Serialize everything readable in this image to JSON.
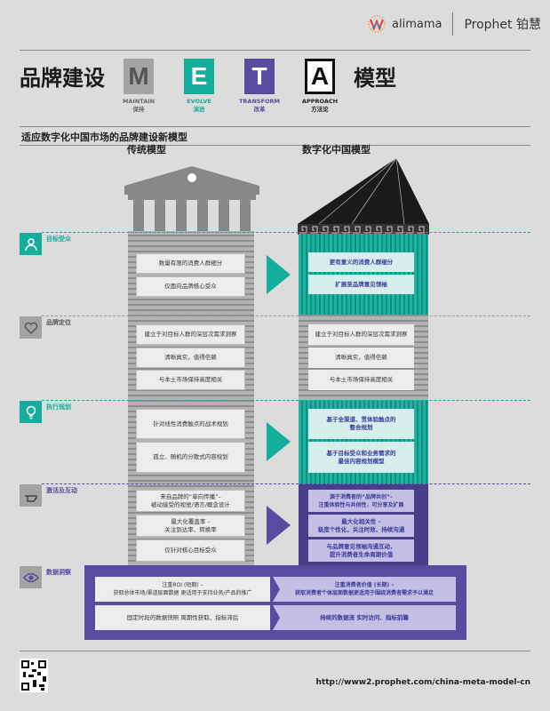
{
  "header": {
    "logo_alimama": "alimama",
    "logo_prophet": "Prophet 铂慧"
  },
  "title": {
    "prefix": "品牌建设",
    "suffix": "模型",
    "letters": [
      {
        "letter": "M",
        "en": "MAINTAIN",
        "cn": "保持",
        "color": "#a3a3a3"
      },
      {
        "letter": "E",
        "en": "EVOLVE",
        "cn": "演进",
        "color": "#15ad9c"
      },
      {
        "letter": "T",
        "en": "TRANSFORM",
        "cn": "改革",
        "color": "#5a4aa0"
      },
      {
        "letter": "A",
        "en": "APPROACH",
        "cn": "方法论",
        "color": "#222222"
      }
    ]
  },
  "subtitle": "适应数字化中国市场的品牌建设新模型",
  "columns": {
    "left": "传统模型",
    "right": "数字化中国模型"
  },
  "sections": [
    {
      "label": "目标受众",
      "icon": "person-icon",
      "color": "#15ad9c"
    },
    {
      "label": "品牌定位",
      "icon": "heart-icon",
      "color": "#a3a3a3"
    },
    {
      "label": "执行规划",
      "icon": "lightbulb-icon",
      "color": "#15ad9c"
    },
    {
      "label": "激活及互动",
      "icon": "hand-pointer-icon",
      "color": "#5a4aa0"
    },
    {
      "label": "数据洞察",
      "icon": "eye-icon",
      "color": "#5a4aa0"
    }
  ],
  "traditional": {
    "audience": [
      "数量有限的消费人群细分",
      "仅面向品牌核心受众"
    ],
    "positioning": [
      "建立于对目标人群的深层次需求洞察",
      "清晰真实，值得信赖",
      "与本土市场保持高度相关"
    ],
    "planning": [
      "针对线性消费触点的战术规划",
      "孤立、随机的分散式内容规划"
    ],
    "activation": [
      "来自品牌的“单向传播”–\n被动接受的视觉/语言/概念设计",
      "最大化覆盖率 –\n关注到达率、转换率",
      "仅针对核心目标受众"
    ]
  },
  "digital": {
    "audience": [
      "更有意义的消费人群细分",
      "扩展至品牌意见领袖"
    ],
    "positioning": [
      "建立于对目标人群的深层次需求洞察",
      "清晰真实，值得信赖",
      "与本土市场保持高度相关"
    ],
    "planning": [
      "基于全渠道、贯体验触点的\n整合规划",
      "基于目标受众和业务需求的\n最佳内容规划模型"
    ],
    "activation": [
      "源于消费者的“品牌共创”–\n注重体验性与共创性，可分享及扩展",
      "最大化相关性 –\n极度个性化，关注时效、持续沟通",
      "与品牌意见领袖沟通互动，\n提升消费者生命周期价值"
    ]
  },
  "data_insight": {
    "rows": [
      {
        "left": "注重ROI (短期) –\n获取总体市场/渠道层面数据 更适用于支持业务/产品的推广",
        "right": "注重消费者价值 (长期) –\n获取消费者个体层面数据更适用于围绕消费者需求予以满足"
      },
      {
        "left": "固定时段的数据快照 周期性获取、指标滞后",
        "right": "持续的数据流 实时访问、指标前瞻"
      }
    ]
  },
  "footer": {
    "url": "http://www2.prophet.com/china-meta-model-cn"
  }
}
